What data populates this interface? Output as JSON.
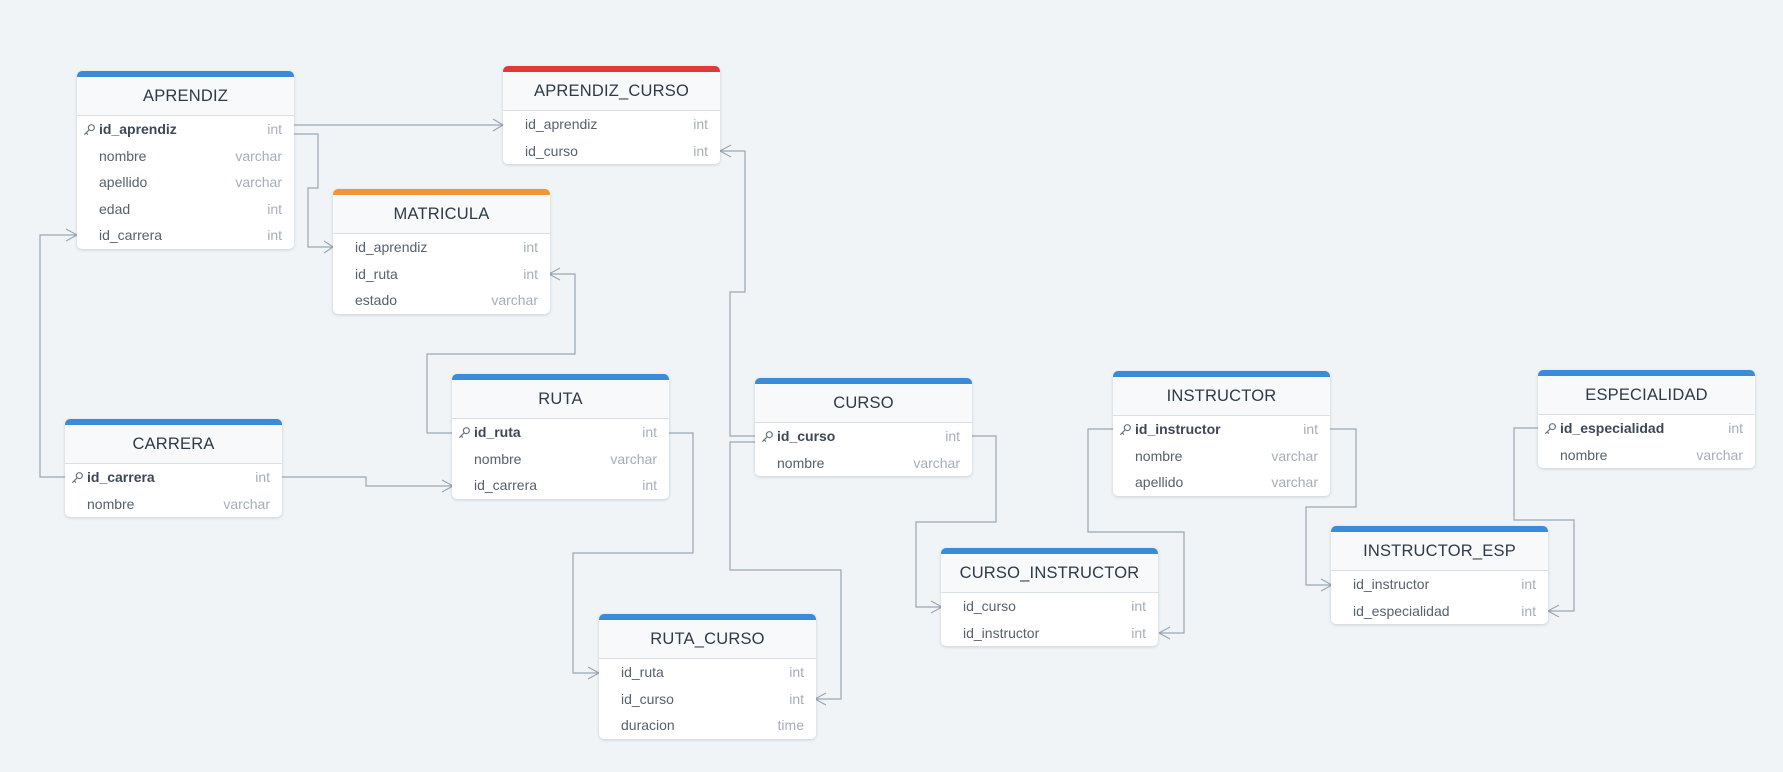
{
  "colors": {
    "canvas": "#f0f4f7",
    "header_blue": "#3b8cd8",
    "header_red": "#e0393a",
    "header_orange": "#f0963a",
    "connector": "#9aa6b4"
  },
  "tables": {
    "aprendiz": {
      "name": "APRENDIZ",
      "header_color": "#3b8cd8",
      "fields": [
        {
          "name": "id_aprendiz",
          "type": "int",
          "pk": true
        },
        {
          "name": "nombre",
          "type": "varchar",
          "pk": false
        },
        {
          "name": "apellido",
          "type": "varchar",
          "pk": false
        },
        {
          "name": "edad",
          "type": "int",
          "pk": false
        },
        {
          "name": "id_carrera",
          "type": "int",
          "pk": false
        }
      ]
    },
    "aprendiz_curso": {
      "name": "APRENDIZ_CURSO",
      "header_color": "#e0393a",
      "fields": [
        {
          "name": "id_aprendiz",
          "type": "int",
          "pk": false
        },
        {
          "name": "id_curso",
          "type": "int",
          "pk": false
        }
      ]
    },
    "matricula": {
      "name": "MATRICULA",
      "header_color": "#f0963a",
      "fields": [
        {
          "name": "id_aprendiz",
          "type": "int",
          "pk": false
        },
        {
          "name": "id_ruta",
          "type": "int",
          "pk": false
        },
        {
          "name": "estado",
          "type": "varchar",
          "pk": false
        }
      ]
    },
    "carrera": {
      "name": "CARRERA",
      "header_color": "#3b8cd8",
      "fields": [
        {
          "name": "id_carrera",
          "type": "int",
          "pk": true
        },
        {
          "name": "nombre",
          "type": "varchar",
          "pk": false
        }
      ]
    },
    "ruta": {
      "name": "RUTA",
      "header_color": "#3b8cd8",
      "fields": [
        {
          "name": "id_ruta",
          "type": "int",
          "pk": true
        },
        {
          "name": "nombre",
          "type": "varchar",
          "pk": false
        },
        {
          "name": "id_carrera",
          "type": "int",
          "pk": false
        }
      ]
    },
    "curso": {
      "name": "CURSO",
      "header_color": "#3b8cd8",
      "fields": [
        {
          "name": "id_curso",
          "type": "int",
          "pk": true
        },
        {
          "name": "nombre",
          "type": "varchar",
          "pk": false
        }
      ]
    },
    "instructor": {
      "name": "INSTRUCTOR",
      "header_color": "#3b8cd8",
      "fields": [
        {
          "name": "id_instructor",
          "type": "int",
          "pk": true
        },
        {
          "name": "nombre",
          "type": "varchar",
          "pk": false
        },
        {
          "name": "apellido",
          "type": "varchar",
          "pk": false
        }
      ]
    },
    "especialidad": {
      "name": "ESPECIALIDAD",
      "header_color": "#3b8cd8",
      "fields": [
        {
          "name": "id_especialidad",
          "type": "int",
          "pk": true
        },
        {
          "name": "nombre",
          "type": "varchar",
          "pk": false
        }
      ]
    },
    "curso_instructor": {
      "name": "CURSO_INSTRUCTOR",
      "header_color": "#3b8cd8",
      "fields": [
        {
          "name": "id_curso",
          "type": "int",
          "pk": false
        },
        {
          "name": "id_instructor",
          "type": "int",
          "pk": false
        }
      ]
    },
    "instructor_esp": {
      "name": "INSTRUCTOR_ESP",
      "header_color": "#3b8cd8",
      "fields": [
        {
          "name": "id_instructor",
          "type": "int",
          "pk": false
        },
        {
          "name": "id_especialidad",
          "type": "int",
          "pk": false
        }
      ]
    },
    "ruta_curso": {
      "name": "RUTA_CURSO",
      "header_color": "#3b8cd8",
      "fields": [
        {
          "name": "id_ruta",
          "type": "int",
          "pk": false
        },
        {
          "name": "id_curso",
          "type": "int",
          "pk": false
        },
        {
          "name": "duracion",
          "type": "time",
          "pk": false
        }
      ]
    }
  },
  "relationships": [
    {
      "from": "APRENDIZ.id_aprendiz",
      "to": "APRENDIZ_CURSO.id_aprendiz",
      "cardinality": "one-to-many"
    },
    {
      "from": "APRENDIZ.id_aprendiz",
      "to": "MATRICULA.id_aprendiz",
      "cardinality": "one-to-many"
    },
    {
      "from": "CARRERA.id_carrera",
      "to": "APRENDIZ.id_carrera",
      "cardinality": "one-to-many"
    },
    {
      "from": "CARRERA.id_carrera",
      "to": "RUTA.id_carrera",
      "cardinality": "one-to-many"
    },
    {
      "from": "RUTA.id_ruta",
      "to": "MATRICULA.id_ruta",
      "cardinality": "one-to-many"
    },
    {
      "from": "RUTA.id_ruta",
      "to": "RUTA_CURSO.id_ruta",
      "cardinality": "one-to-many"
    },
    {
      "from": "CURSO.id_curso",
      "to": "APRENDIZ_CURSO.id_curso",
      "cardinality": "one-to-many"
    },
    {
      "from": "CURSO.id_curso",
      "to": "RUTA_CURSO.id_curso",
      "cardinality": "one-to-many"
    },
    {
      "from": "CURSO.id_curso",
      "to": "CURSO_INSTRUCTOR.id_curso",
      "cardinality": "one-to-many"
    },
    {
      "from": "INSTRUCTOR.id_instructor",
      "to": "CURSO_INSTRUCTOR.id_instructor",
      "cardinality": "one-to-many"
    },
    {
      "from": "INSTRUCTOR.id_instructor",
      "to": "INSTRUCTOR_ESP.id_instructor",
      "cardinality": "one-to-many"
    },
    {
      "from": "ESPECIALIDAD.id_especialidad",
      "to": "INSTRUCTOR_ESP.id_especialidad",
      "cardinality": "one-to-many"
    }
  ]
}
